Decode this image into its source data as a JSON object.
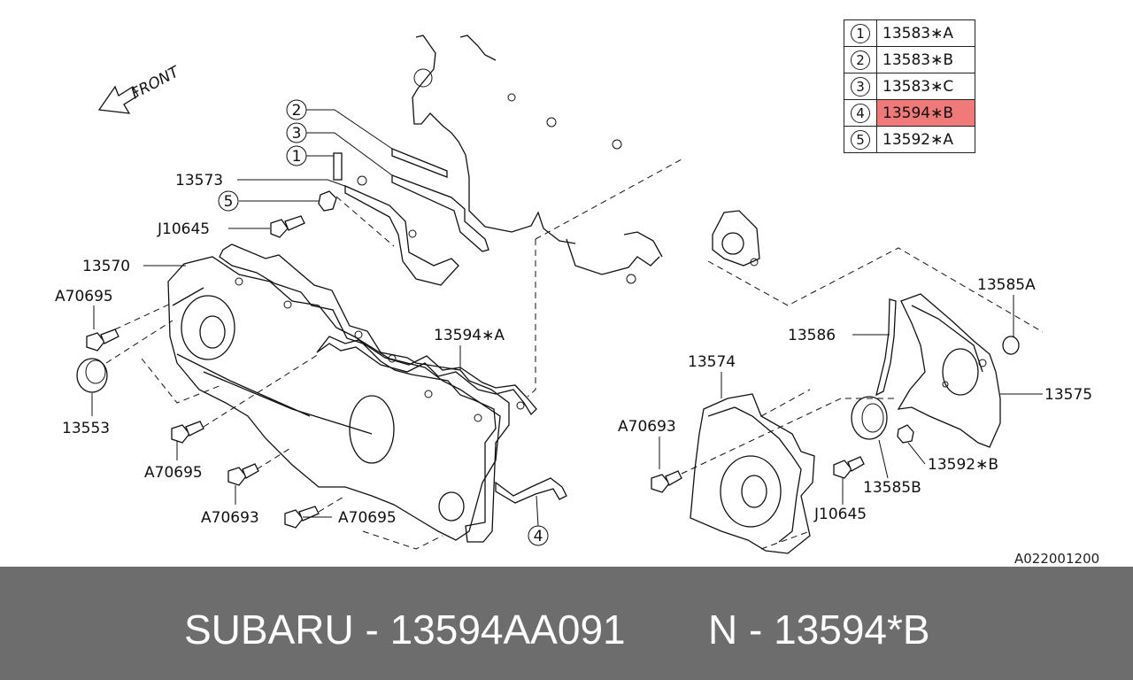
{
  "diagram": {
    "front_label": "FRONT",
    "labels": {
      "p13573": "13573",
      "pJ10645_top": "J10645",
      "p13570": "13570",
      "pA70695_a": "A70695",
      "p13553": "13553",
      "pA70695_b": "A70695",
      "pA70693_a": "A70693",
      "pA70695_c": "A70695",
      "p13594A": "13594∗A",
      "p13574": "13574",
      "pA70693_b": "A70693",
      "p13586": "13586",
      "p13585A": "13585A",
      "p13575": "13575",
      "p13592B": "13592∗B",
      "p13585B": "13585B",
      "pJ10645_bot": "J10645"
    },
    "callouts": {
      "c1": "1",
      "c2": "2",
      "c3": "3",
      "c4": "4",
      "c5": "5"
    }
  },
  "legend": [
    {
      "num": "1",
      "code": "13583∗A",
      "highlighted": false
    },
    {
      "num": "2",
      "code": "13583∗B",
      "highlighted": false
    },
    {
      "num": "3",
      "code": "13583∗C",
      "highlighted": false
    },
    {
      "num": "4",
      "code": "13594∗B",
      "highlighted": true
    },
    {
      "num": "5",
      "code": "13592∗A",
      "highlighted": false
    }
  ],
  "image_code": "A022001200",
  "footer": {
    "brand_part": "SUBARU - 13594AA091",
    "ref": "N - 13594*B"
  },
  "colors": {
    "highlight": "#f07a7a",
    "footer_bg": "#6d6d6d"
  }
}
